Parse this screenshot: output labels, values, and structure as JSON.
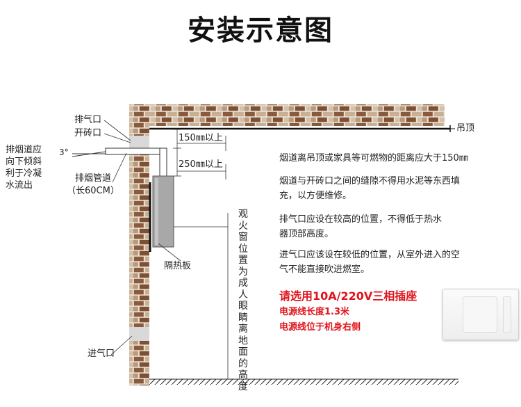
{
  "title": "安装示意图",
  "labels": {
    "exhaust_port": "排气口",
    "brick_opening": "开砖口",
    "slope_note": [
      "排烟道应",
      "向下倾斜",
      "利于冷凝",
      "水流出"
    ],
    "angle": "3°",
    "pipe_label": "排烟管道",
    "pipe_length": "（长60CM）",
    "dim_150": "150㎜以上",
    "dim_250": "250㎜以上",
    "ceiling": "吊顶",
    "insulation": "隔热板",
    "intake": "进气口",
    "window_height": [
      "观",
      "火",
      "窗",
      "位",
      "置",
      "为",
      "成",
      "人",
      "眼",
      "睛",
      "离",
      "地",
      "面",
      "的",
      "高",
      "度"
    ]
  },
  "notes": [
    "烟道离吊顶或家具等可燃物的距离应大于150㎜",
    [
      "烟道与开砖口之间的缝隙不得用水泥等东西填",
      "充，以方便维修。"
    ],
    [
      "排气口应设在较高的位置，不得低于热水",
      "器顶部高度。"
    ],
    [
      "进气口应该设在较低的位置，从室外进入的空",
      "气不能直接吹进燃室。"
    ]
  ],
  "power": {
    "socket": "请选用10A/220V三相插座",
    "cord_length": "电源线长度1.3米",
    "cord_side": "电源线位于机身右侧"
  },
  "colors": {
    "brick_dark": "#8a5a3c",
    "brick_light": "#cbb39a",
    "mortar": "#ece4d8",
    "heater": "#a8a8a8",
    "accent_red": "#e0141c"
  },
  "icons": [
    "power-socket-icon"
  ]
}
